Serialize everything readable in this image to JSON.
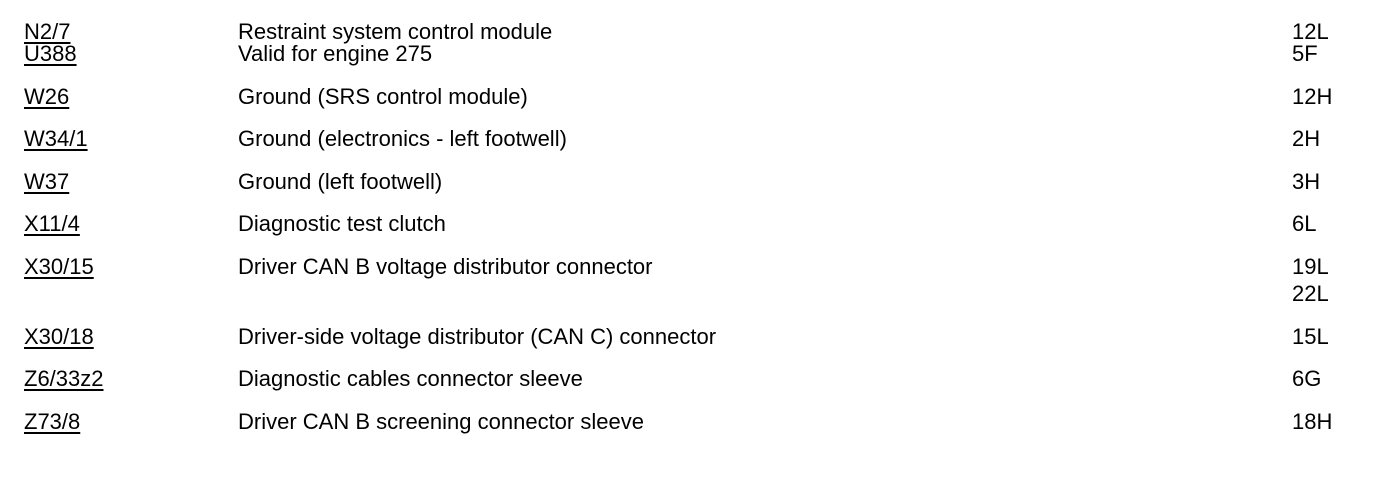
{
  "rows": [
    {
      "code": "N2/7",
      "description": "Restraint system control module",
      "locations": [
        "12L"
      ]
    },
    {
      "code": "U388",
      "description": "Valid for engine 275",
      "locations": [
        "5F"
      ]
    },
    {
      "code": "W26",
      "description": "Ground (SRS control module)",
      "locations": [
        "12H"
      ]
    },
    {
      "code": "W34/1",
      "description": "Ground (electronics - left footwell)",
      "locations": [
        "2H"
      ]
    },
    {
      "code": "W37",
      "description": "Ground (left footwell)",
      "locations": [
        "3H"
      ]
    },
    {
      "code": "X11/4",
      "description": "Diagnostic test clutch",
      "locations": [
        "6L"
      ]
    },
    {
      "code": "X30/15",
      "description": "Driver CAN B voltage distributor connector",
      "locations": [
        "19L",
        "22L"
      ]
    },
    {
      "code": "X30/18",
      "description": "Driver-side voltage distributor (CAN C) connector",
      "locations": [
        "15L"
      ]
    },
    {
      "code": "Z6/33z2",
      "description": "Diagnostic cables connector sleeve",
      "locations": [
        "6G"
      ]
    },
    {
      "code": "Z73/8",
      "description": "Driver CAN B screening connector sleeve",
      "locations": [
        "18H"
      ]
    }
  ]
}
